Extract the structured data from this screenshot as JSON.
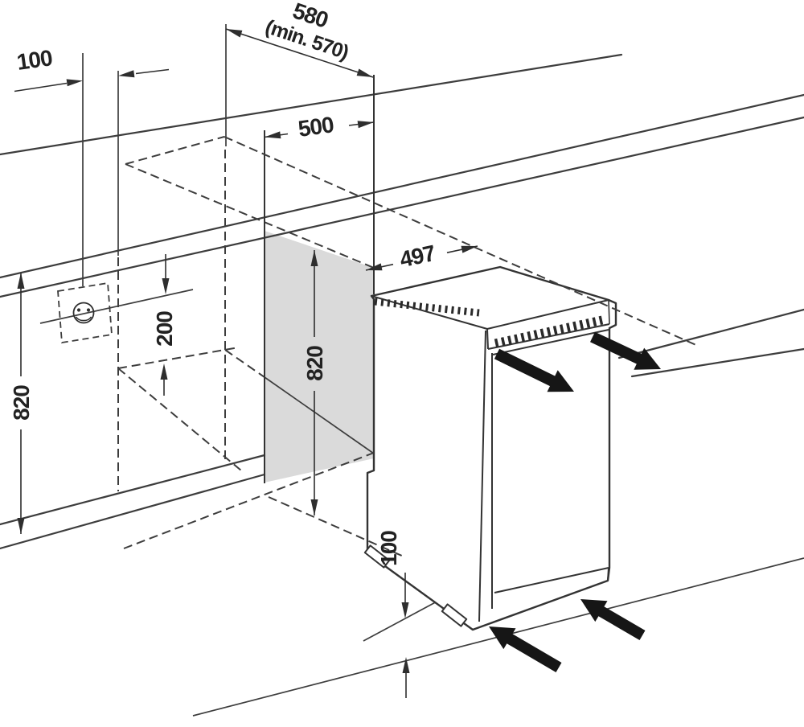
{
  "diagram": {
    "type": "installation-dimension-drawing",
    "subject": "Built-under appliance niche with electrical socket position and push-in direction arrows",
    "units": "mm",
    "dimensions": {
      "counter_depth": "580",
      "counter_depth_min": "(min. 570)",
      "side_wall_offset": "100",
      "niche_width": "500",
      "appliance_width": "497",
      "socket_zone_height": "200",
      "wall_height_left": "820",
      "niche_height": "820",
      "base_clearance": "100"
    },
    "icons": [
      "power-socket-icon",
      "push-direction-arrows",
      "ventilation-grille"
    ],
    "colors": {
      "line": "#3d3d3d",
      "niche_shade": "#dadada",
      "arrow": "#161616",
      "background": "#ffffff"
    }
  }
}
